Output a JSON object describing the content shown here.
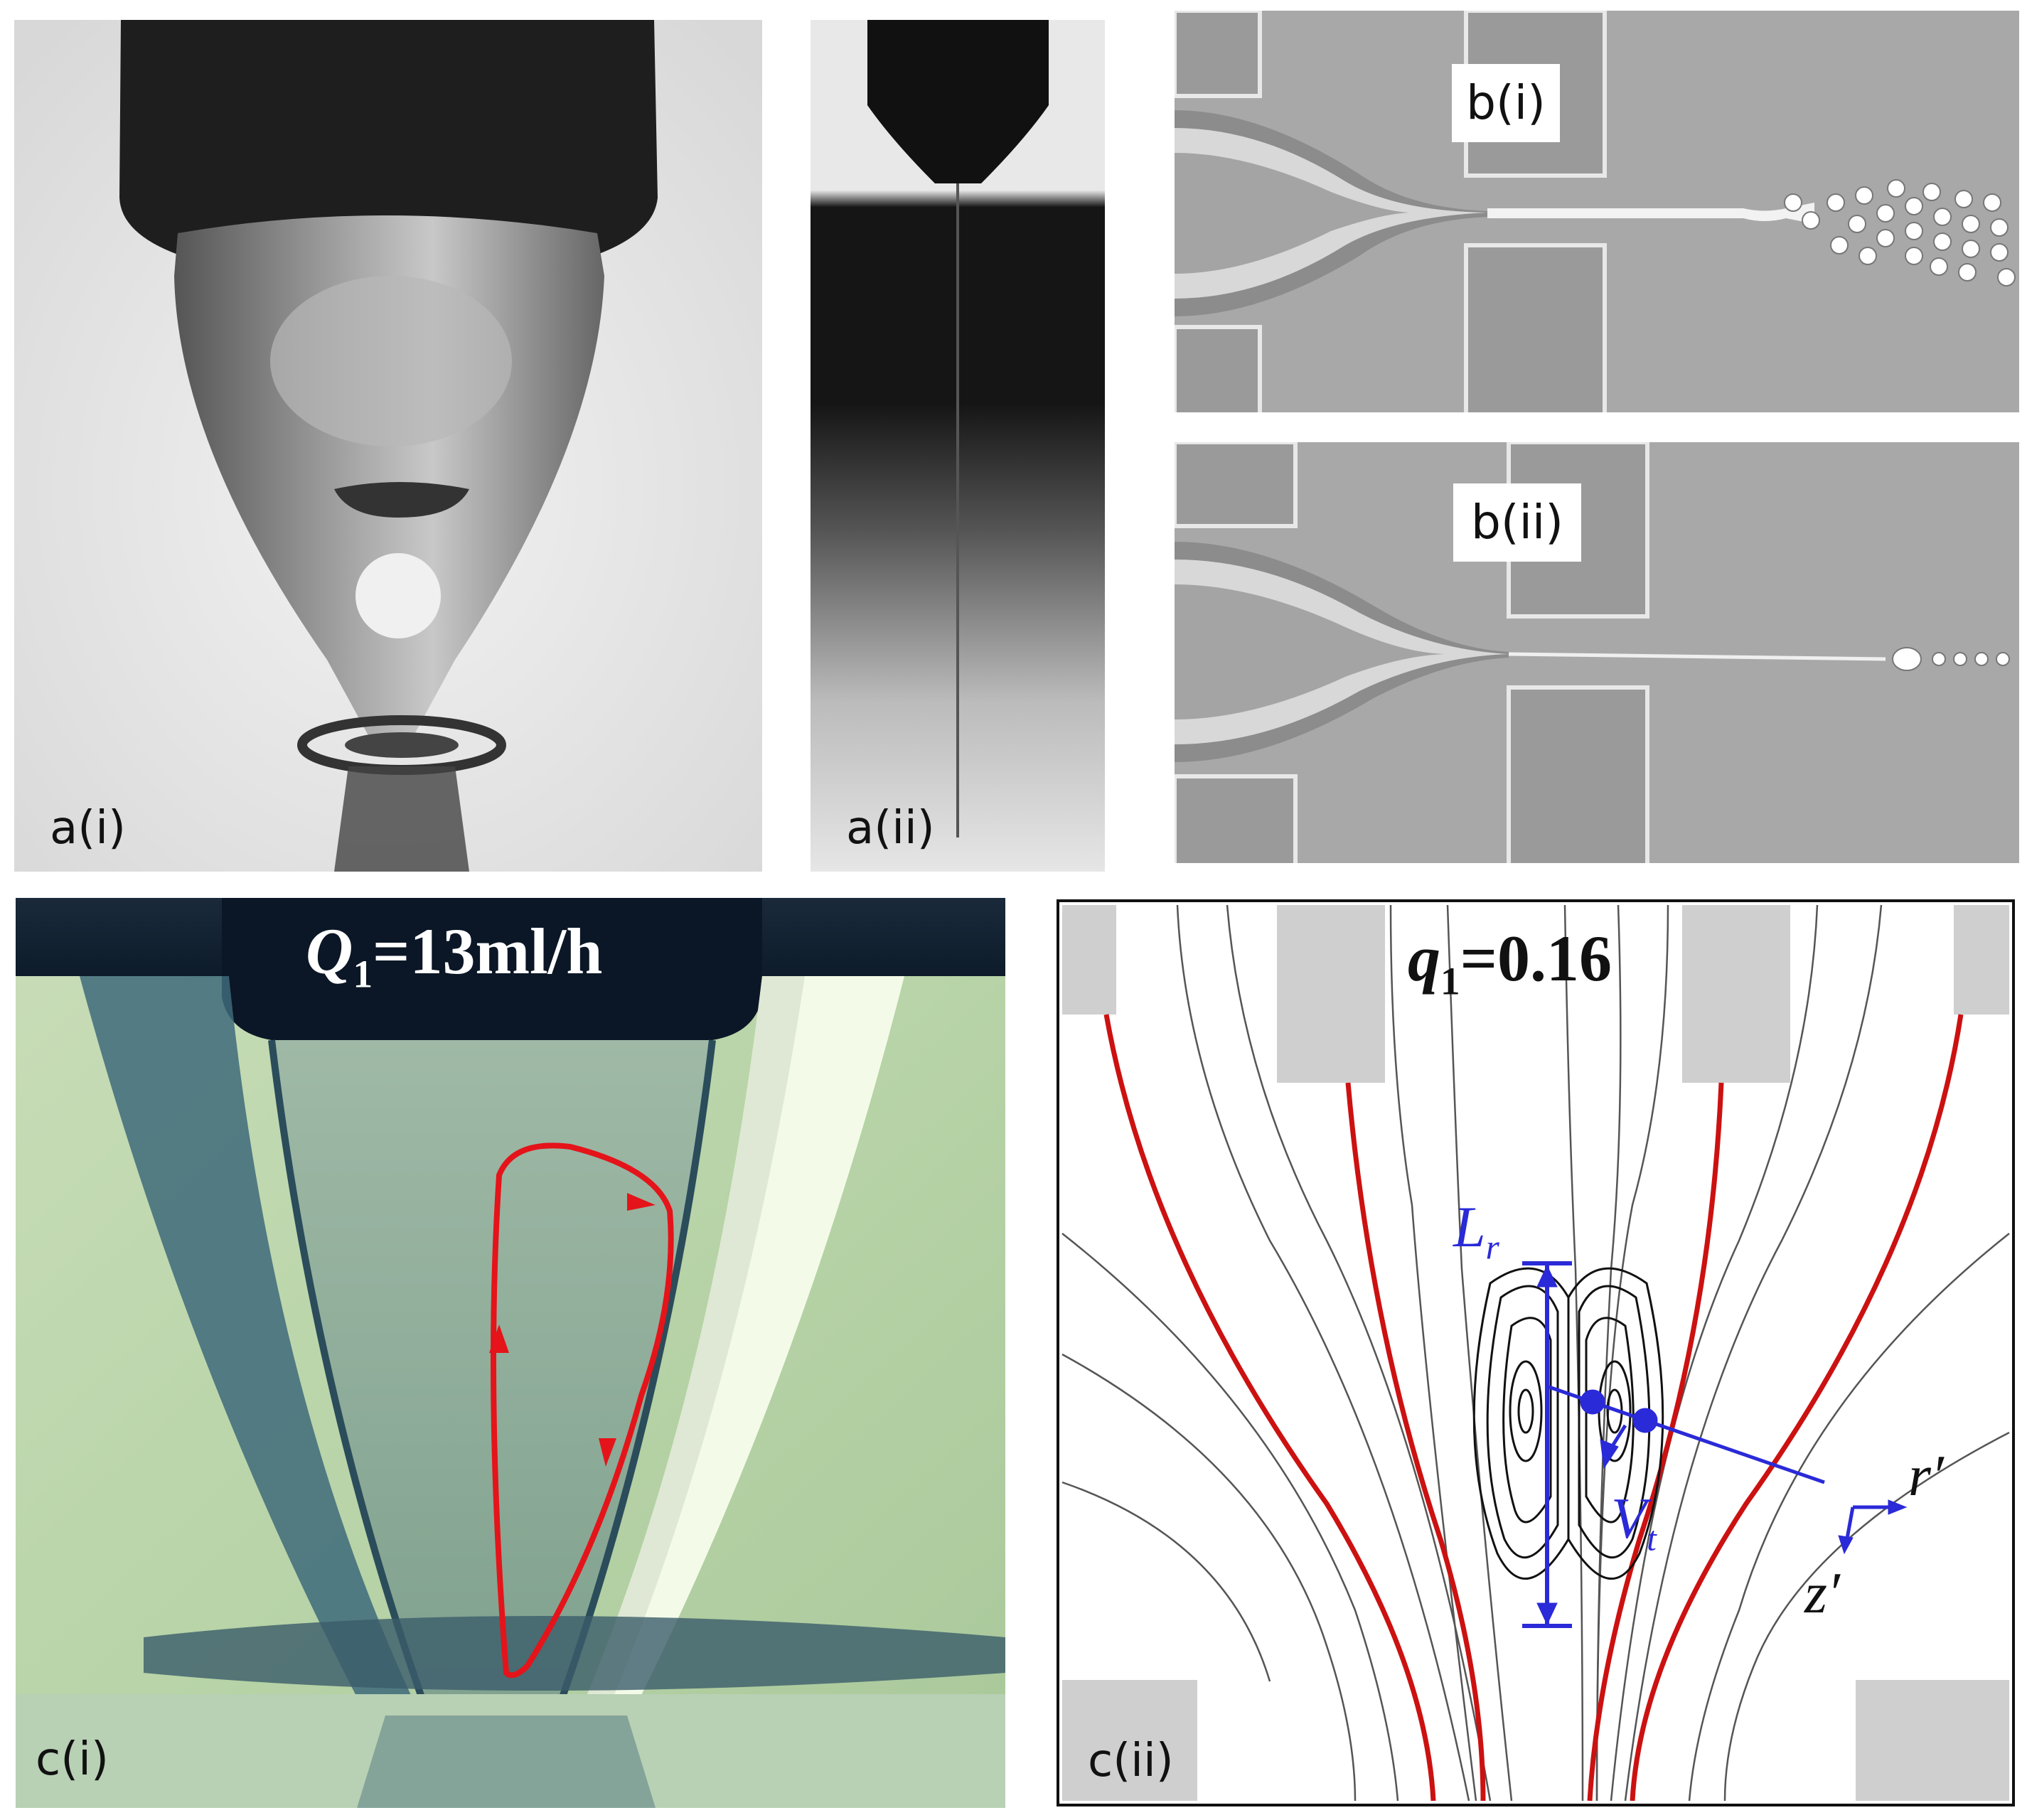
{
  "panels": {
    "ai": {
      "label": "a(i)"
    },
    "aii": {
      "label": "a(ii)"
    },
    "bi": {
      "label": "b(i)"
    },
    "bii": {
      "label": "b(ii)"
    },
    "ci": {
      "label": "c(i)",
      "title_var": "Q",
      "title_sub": "1",
      "title_rest": "=13ml/h"
    },
    "cii": {
      "label": "c(ii)",
      "title_var": "q",
      "title_sub": "1",
      "title_rest": "=0.16",
      "symbols": {
        "L": "L",
        "L_sub": "r",
        "V": "V",
        "V_sub": "t",
        "r": "r′",
        "z": "z′"
      }
    }
  },
  "colors": {
    "red_stream": "#cc1111",
    "blue_annot": "#2a2ad8",
    "gray_stream": "#555555"
  }
}
